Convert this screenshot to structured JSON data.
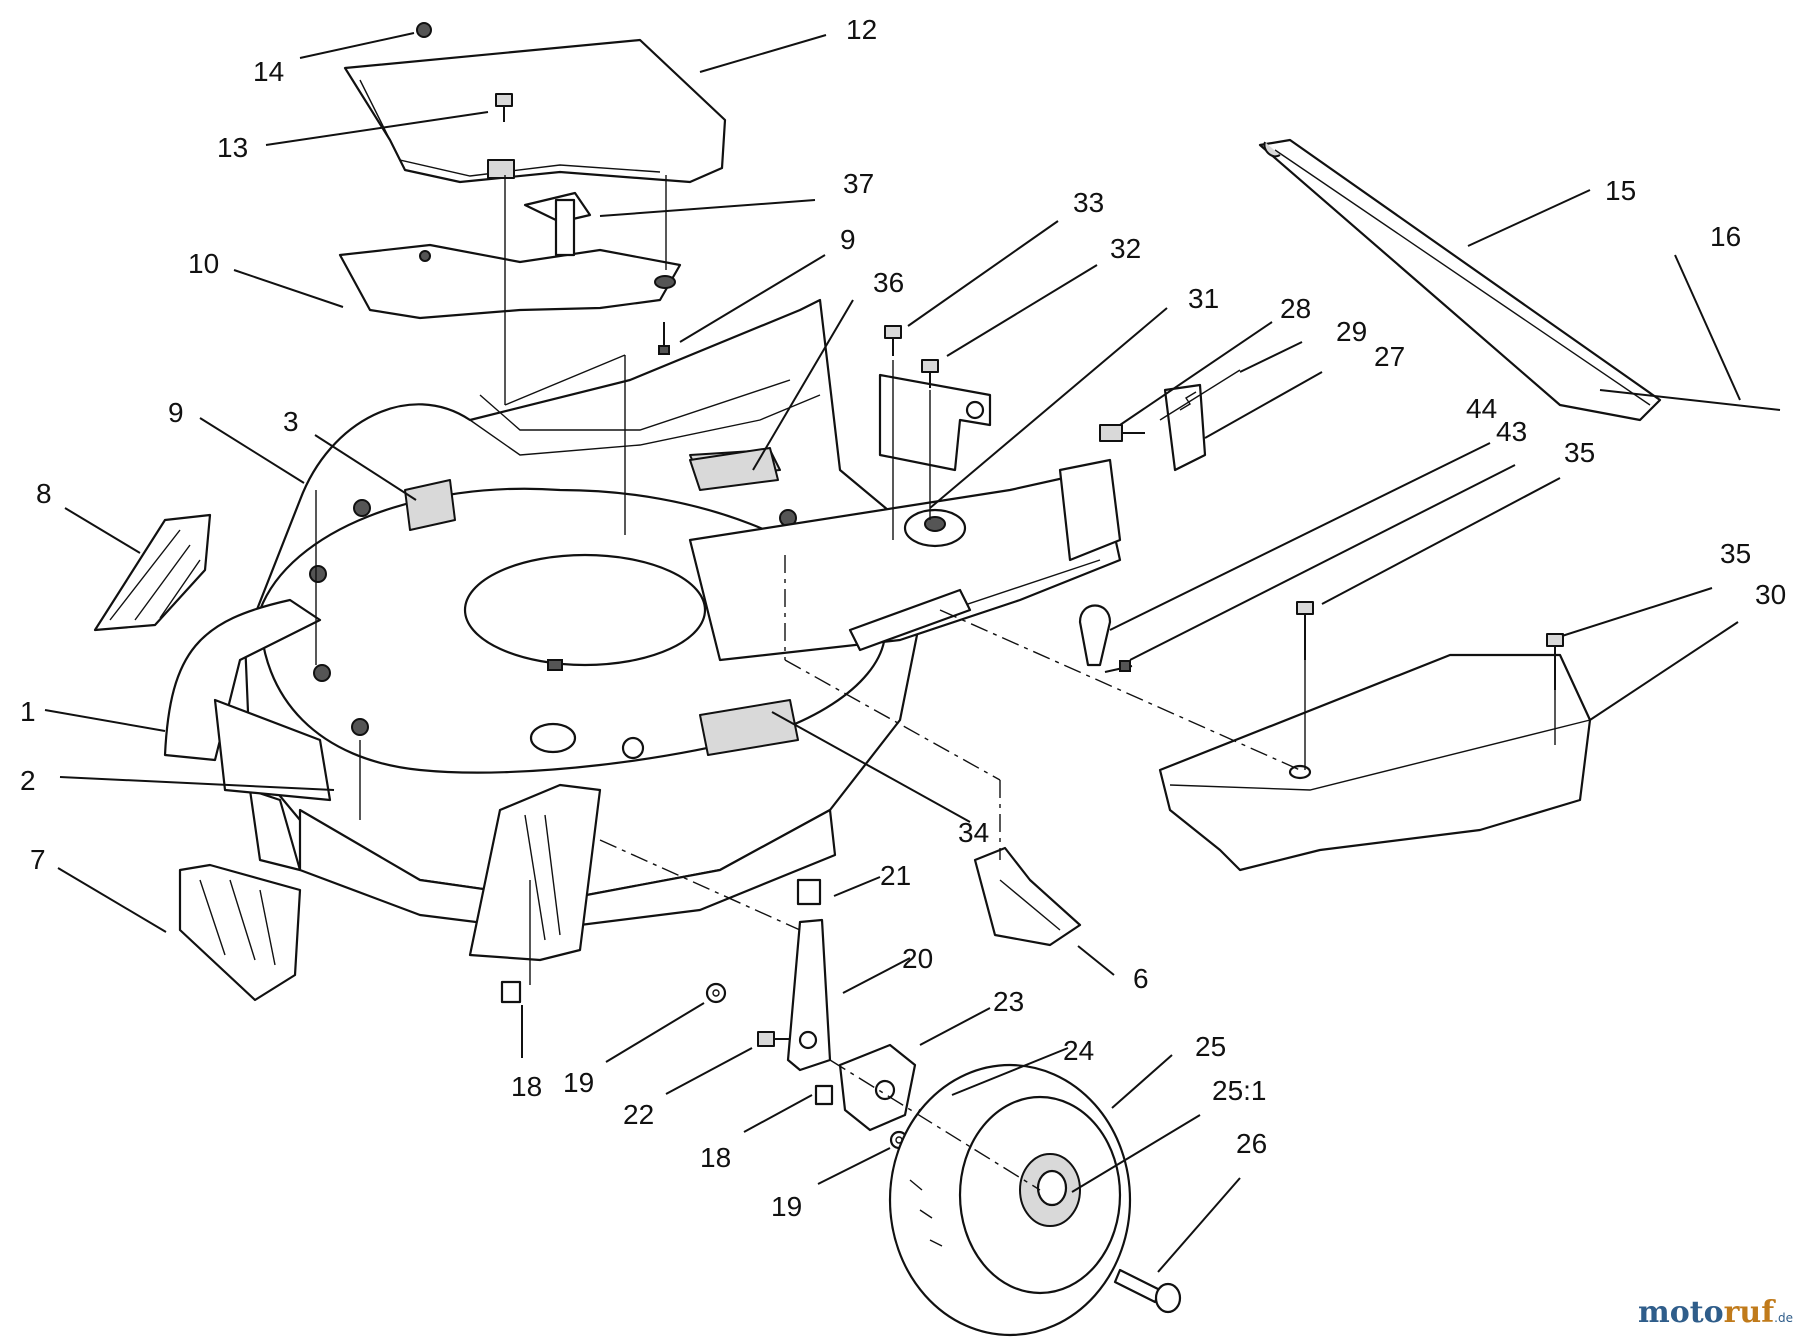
{
  "callouts": [
    {
      "id": "c14",
      "text": "14"
    },
    {
      "id": "c12",
      "text": "12"
    },
    {
      "id": "c13",
      "text": "13"
    },
    {
      "id": "c37",
      "text": "37"
    },
    {
      "id": "c10",
      "text": "10"
    },
    {
      "id": "c9a",
      "text": "9"
    },
    {
      "id": "c36",
      "text": "36"
    },
    {
      "id": "c33",
      "text": "33"
    },
    {
      "id": "c32",
      "text": "32"
    },
    {
      "id": "c31",
      "text": "31"
    },
    {
      "id": "c28",
      "text": "28"
    },
    {
      "id": "c29",
      "text": "29"
    },
    {
      "id": "c27",
      "text": "27"
    },
    {
      "id": "c15",
      "text": "15"
    },
    {
      "id": "c16",
      "text": "16"
    },
    {
      "id": "c9b",
      "text": "9"
    },
    {
      "id": "c3",
      "text": "3"
    },
    {
      "id": "c8",
      "text": "8"
    },
    {
      "id": "c44",
      "text": "44"
    },
    {
      "id": "c43",
      "text": "43"
    },
    {
      "id": "c35a",
      "text": "35"
    },
    {
      "id": "c35b",
      "text": "35"
    },
    {
      "id": "c30",
      "text": "30"
    },
    {
      "id": "c1",
      "text": "1"
    },
    {
      "id": "c2",
      "text": "2"
    },
    {
      "id": "c7",
      "text": "7"
    },
    {
      "id": "c34",
      "text": "34"
    },
    {
      "id": "c21",
      "text": "21"
    },
    {
      "id": "c20",
      "text": "20"
    },
    {
      "id": "c6",
      "text": "6"
    },
    {
      "id": "c23",
      "text": "23"
    },
    {
      "id": "c18a",
      "text": "18"
    },
    {
      "id": "c19a",
      "text": "19"
    },
    {
      "id": "c22",
      "text": "22"
    },
    {
      "id": "c24",
      "text": "24"
    },
    {
      "id": "c25",
      "text": "25"
    },
    {
      "id": "c251",
      "text": "25:1"
    },
    {
      "id": "c18b",
      "text": "18"
    },
    {
      "id": "c19b",
      "text": "19"
    },
    {
      "id": "c26",
      "text": "26"
    }
  ],
  "watermark": {
    "brand_a": "moto",
    "brand_b": "ruf",
    "suffix": ".de"
  },
  "colors": {
    "line": "#111111",
    "watermark_blue": "#2f5d8a",
    "watermark_orange": "#c07a1a"
  }
}
